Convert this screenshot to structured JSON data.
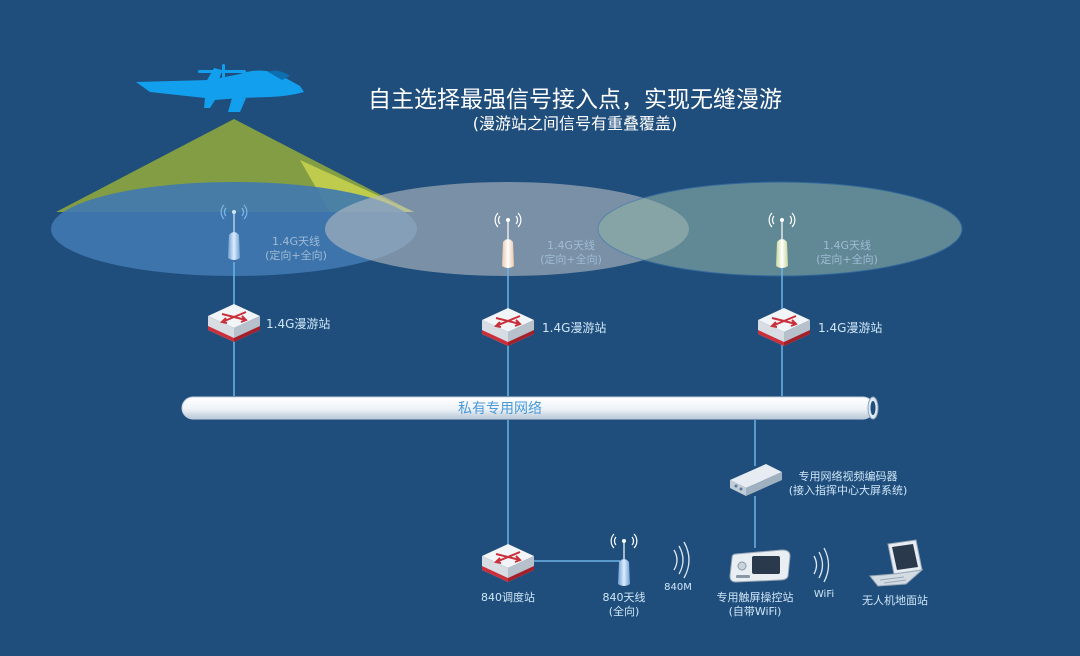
{
  "title": "自主选择最强信号接入点，实现无缝漫游",
  "subtitle": "(漫游站之间信号有重叠覆盖)",
  "antennas": [
    {
      "line1": "1.4G天线",
      "line2": "(定向+全向)"
    },
    {
      "line1": "1.4G天线",
      "line2": "(定向+全向)"
    },
    {
      "line1": "1.4G天线",
      "line2": "(定向+全向)"
    }
  ],
  "roaming_stations": [
    "1.4G漫游站",
    "1.4G漫游站",
    "1.4G漫游站"
  ],
  "network_label": "私有专用网络",
  "encoder": {
    "line1": "专用网络视频编码器",
    "line2": "(接入指挥中心大屏系统)"
  },
  "dispatch_station": "840调度站",
  "antenna_840": {
    "line1": "840天线",
    "line2": "(全向)"
  },
  "signal_840": "840M",
  "touch_console": {
    "line1": "专用触屏操控站",
    "line2": "(自带WiFi)"
  },
  "wifi_label": "WiFi",
  "ground_station": "无人机地面站",
  "colors": {
    "background": "#1f4e7c",
    "coverage_blue": "#3f79b0",
    "coverage_grey": "#9fa7b3",
    "coverage_teal": "#7b9c99",
    "beam": "#94ac3b",
    "drone": "#12a0ee",
    "connector": "#6cb3e6",
    "router_red": "#c9303b"
  },
  "icons": [
    "drone-icon",
    "antenna-icon",
    "router-icon",
    "encoder-icon",
    "tablet-icon",
    "laptop-icon",
    "wifi-waves-icon"
  ]
}
